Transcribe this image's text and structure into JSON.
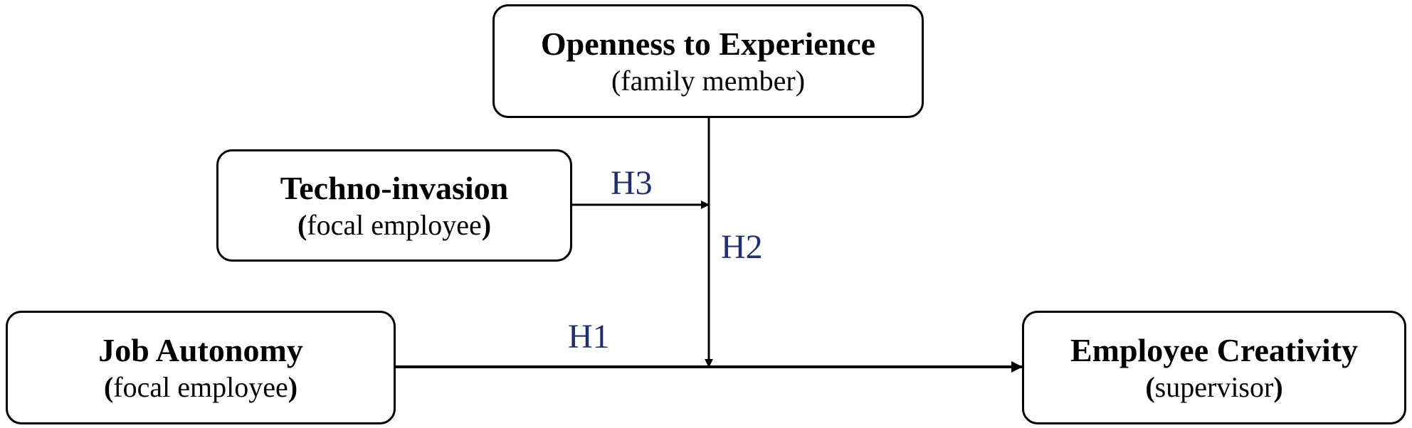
{
  "colors": {
    "box_border": "#000000",
    "arrow": "#000000",
    "hypothesis_label": "#1f2f6e"
  },
  "boxes": {
    "openness": {
      "title": "Openness to Experience",
      "subtitle": "(family member)"
    },
    "techno": {
      "title": "Techno-invasion",
      "subtitle_open": "(",
      "subtitle_text": "focal employee",
      "subtitle_close": ")"
    },
    "job": {
      "title": "Job Autonomy",
      "subtitle_open": "(",
      "subtitle_text": "focal employee",
      "subtitle_close": ")"
    },
    "creativity": {
      "title": "Employee Creativity",
      "subtitle_open": "(",
      "subtitle_text": "supervisor",
      "subtitle_close": ")"
    }
  },
  "hypotheses": {
    "h1": "H1",
    "h2": "H2",
    "h3": "H3"
  }
}
